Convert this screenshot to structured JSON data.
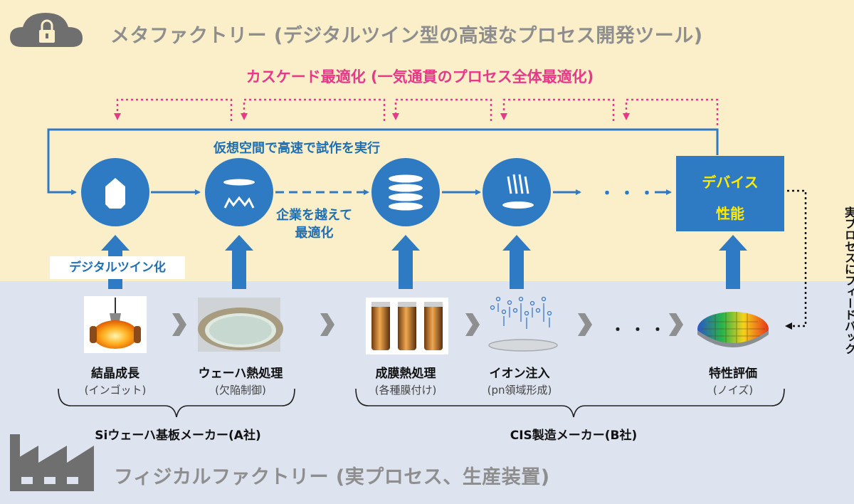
{
  "meta_factory": {
    "title": "メタファクトリー (デジタルツイン型の高速なプロセス開発ツール)",
    "cascade_label": "カスケード最適化 (一気通貫のプロセス全体最適化)",
    "virtual_label": "仮想空間で高速で試作を実行",
    "cross_company_label_1": "企業を越えて",
    "cross_company_label_2": "最適化",
    "digital_twin_label": "デジタルツイン化",
    "device_label_1": "デバイス",
    "device_label_2": "性能",
    "ellipsis": "・・・"
  },
  "feedback_label": "実プロセスにフィードバック",
  "processes": [
    {
      "name": "結晶成長",
      "sub": "(インゴット)"
    },
    {
      "name": "ウェーハ熱処理",
      "sub": "(欠陥制御)"
    },
    {
      "name": "成膜熱処理",
      "sub": "(各種膜付け)"
    },
    {
      "name": "イオン注入",
      "sub": "(pn領域形成)"
    },
    {
      "name": "特性評価",
      "sub": "(ノイズ)"
    }
  ],
  "physical_ellipsis": "・・・",
  "companies": [
    "Siウェーハ基板メーカー(A社)",
    "CIS製造メーカー(B社)"
  ],
  "physical_factory": {
    "title": "フィジカルファクトリー (実プロセス、生産装置)"
  },
  "icons": {
    "cloud": "cloud-lock-icon",
    "factory": "factory-icon",
    "ingot": "crystal-ingot-icon",
    "wafer_heat": "wafer-heat-icon",
    "film": "film-layers-icon",
    "ion": "ion-implant-icon"
  },
  "colors": {
    "accent_blue": "#2e7bc4",
    "cascade_pink": "#e8388a",
    "device_yellow": "#ffea00",
    "meta_bg": "#fbefc9",
    "physical_bg": "#dde3ef"
  }
}
